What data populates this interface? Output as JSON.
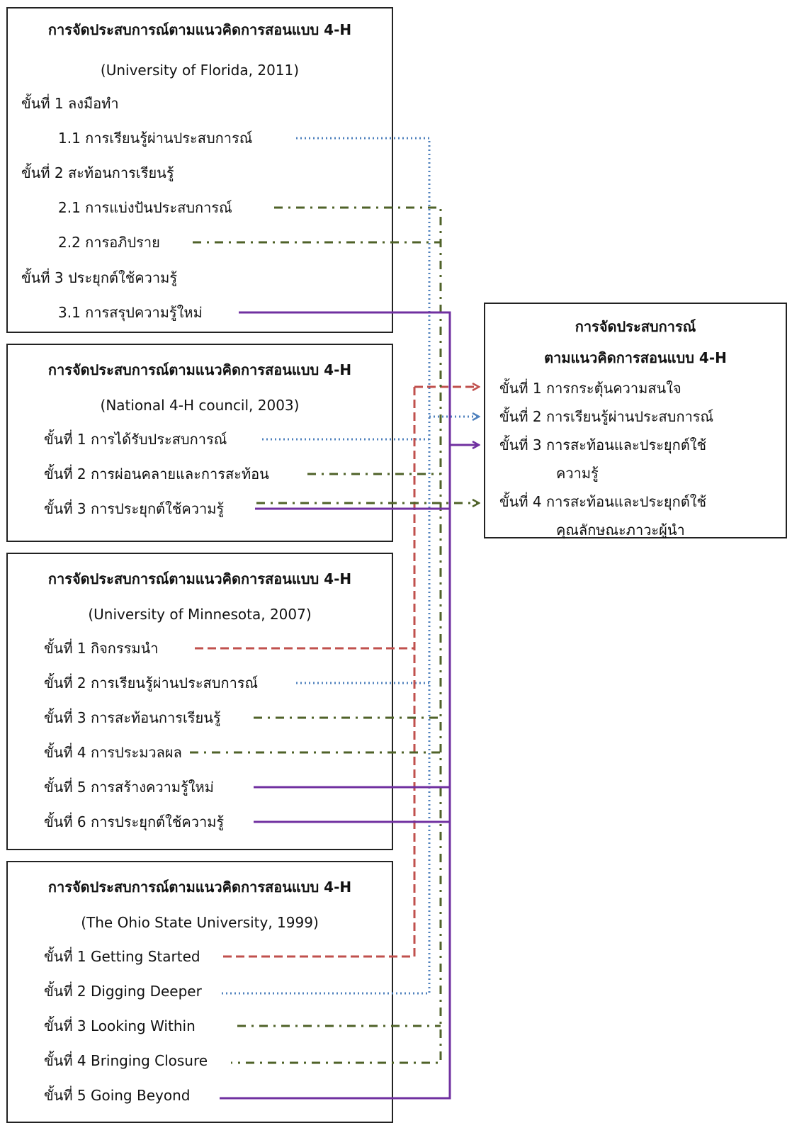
{
  "box1": {
    "title": "การจัดประสบการณ์ตามแนวคิดการสอนแบบ 4-H",
    "source": "(University of Florida, 2011)",
    "step1": "ขั้นที่ 1 ลงมือทำ",
    "item1_1": "1.1 การเรียนรู้ผ่านประสบการณ์",
    "step2": "ขั้นที่ 2 สะท้อนการเรียนรู้",
    "item2_1": "2.1 การแบ่งปันประสบการณ์",
    "item2_2": "2.2 การอภิปราย",
    "step3": "ขั้นที่ 3 ประยุกต์ใช้ความรู้",
    "item3_1": "3.1 การสรุปความรู้ใหม่"
  },
  "box2": {
    "title": "การจัดประสบการณ์ตามแนวคิดการสอนแบบ 4-H",
    "source": "(National 4-H council, 2003)",
    "steps": [
      "ขั้นที่ 1 การได้รับประสบการณ์",
      "ขั้นที่ 2 การผ่อนคลายและการสะท้อน",
      "ขั้นที่ 3 การประยุกต์ใช้ความรู้"
    ]
  },
  "box3": {
    "title": "การจัดประสบการณ์ตามแนวคิดการสอนแบบ 4-H",
    "source": "(University of Minnesota, 2007)",
    "steps": [
      "ขั้นที่ 1 กิจกรรมนำ",
      "ขั้นที่ 2 การเรียนรู้ผ่านประสบการณ์",
      "ขั้นที่ 3 การสะท้อนการเรียนรู้",
      "ขั้นที่ 4 การประมวลผล",
      "ขั้นที่ 5 การสร้างความรู้ใหม่",
      "ขั้นที่ 6 การประยุกต์ใช้ความรู้"
    ]
  },
  "box4": {
    "title": "การจัดประสบการณ์ตามแนวคิดการสอนแบบ 4-H",
    "source": "(The Ohio State University, 1999)",
    "steps": [
      "ขั้นที่ 1 Getting Started",
      "ขั้นที่ 2 Digging Deeper",
      "ขั้นที่ 3 Looking Within",
      "ขั้นที่ 4 Bringing Closure",
      "ขั้นที่ 5 Going Beyond"
    ]
  },
  "result": {
    "title_line1": "การจัดประสบการณ์",
    "title_line2": "ตามแนวคิดการสอนแบบ 4-H",
    "step1": "ขั้นที่ 1 การกระตุ้นความสนใจ",
    "step2": "ขั้นที่ 2 การเรียนรู้ผ่านประสบการณ์",
    "step3_line1": "ขั้นที่ 3 การสะท้อนและประยุกต์ใช้",
    "step3_line2": "ความรู้",
    "step4_line1": "ขั้นที่ 4 การสะท้อนและประยุกต์ใช้",
    "step4_line2": "คุณลักษณะภาวะผู้นำ"
  },
  "colors": {
    "red": "#c0504d",
    "blue": "#4f81bd",
    "green": "#4f6228",
    "purple": "#7030a0"
  }
}
